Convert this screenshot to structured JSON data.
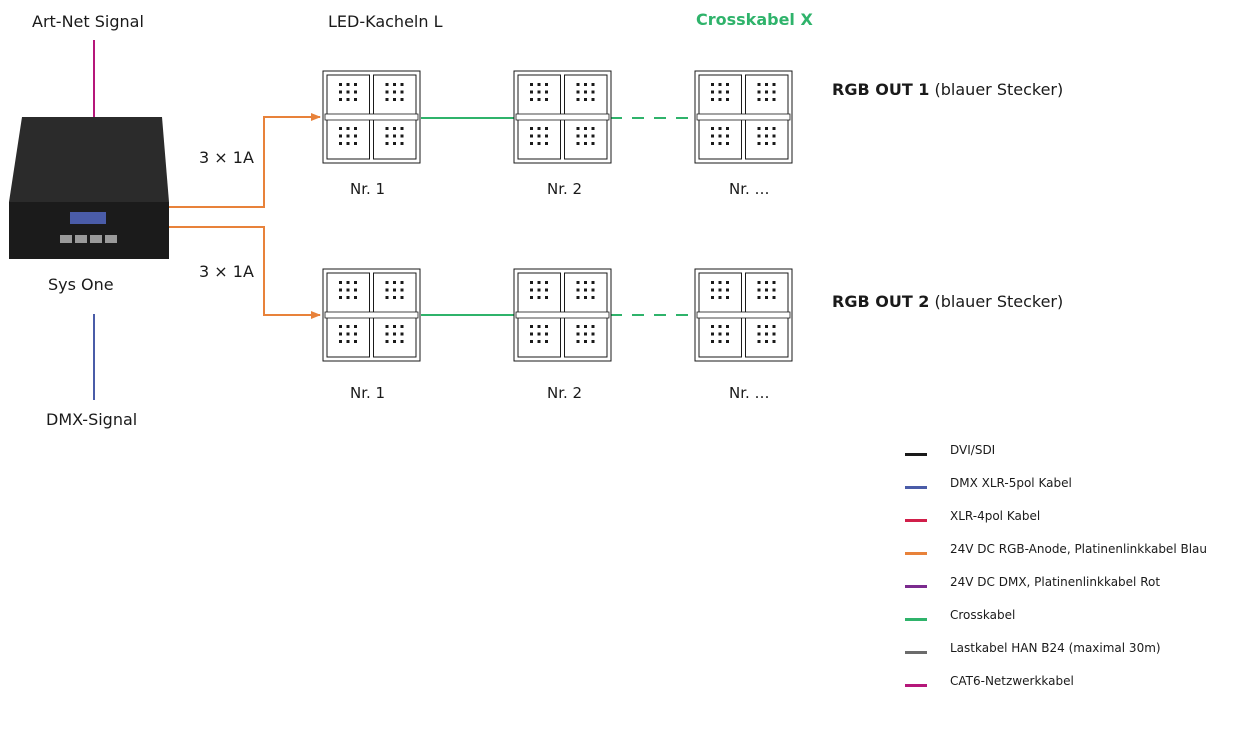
{
  "labels": {
    "artnet": "Art-Net Signal",
    "dmx": "DMX-Signal",
    "device": "Sys One",
    "tiles_title": "LED-Kacheln L",
    "crosskabel_title": "Crosskabel X",
    "current_1": "3 × 1A",
    "current_2": "3 × 1A"
  },
  "rows": [
    {
      "out_bold": "RGB OUT 1",
      "out_rest": " (blauer Stecker)",
      "tiles": [
        "Nr. 1",
        "Nr. 2",
        "Nr. …"
      ]
    },
    {
      "out_bold": "RGB OUT 2",
      "out_rest": " (blauer Stecker)",
      "tiles": [
        "Nr. 1",
        "Nr. 2",
        "Nr. …"
      ]
    }
  ],
  "legend": [
    {
      "label": "DVI/SDI",
      "color": "#1a1a1a"
    },
    {
      "label": "DMX XLR-5pol Kabel",
      "color": "#4a5ca8"
    },
    {
      "label": "XLR-4pol Kabel",
      "color": "#d11f4a"
    },
    {
      "label": "24V DC RGB-Anode, Platinenlinkkabel Blau",
      "color": "#e8823a"
    },
    {
      "label": "24V DC DMX, Platinenlinkkabel Rot",
      "color": "#7b2b8e"
    },
    {
      "label": "Crosskabel",
      "color": "#2fb36b"
    },
    {
      "label": "Lastkabel HAN B24 (maximal 30m)",
      "color": "#6b6b6b"
    },
    {
      "label": "CAT6-Netzwerkkabel",
      "color": "#b5177a"
    }
  ],
  "colors": {
    "artnet_line": "#b5177a",
    "dmx_line": "#4a5ca8",
    "rgb_line": "#e8823a",
    "cross_line": "#2fb36b",
    "device_body": "#2b2b2b",
    "device_front": "#1b1b1b",
    "device_display": "#4a5ca8"
  }
}
